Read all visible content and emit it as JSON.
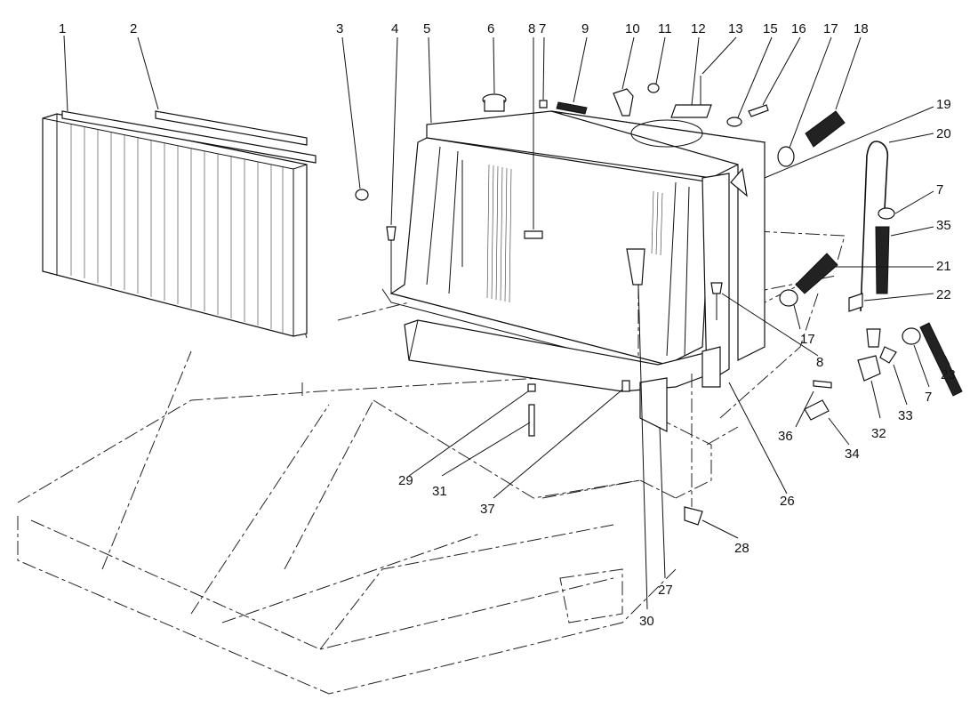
{
  "callouts": [
    "1",
    "2",
    "3",
    "4",
    "5",
    "6",
    "8",
    "7",
    "9",
    "10",
    "11",
    "12",
    "13",
    "15",
    "16",
    "17",
    "18",
    "19",
    "20",
    "7",
    "35",
    "21",
    "22",
    "17",
    "8",
    "23",
    "7",
    "33",
    "32",
    "34",
    "36",
    "26",
    "29",
    "31",
    "37",
    "28",
    "27",
    "30"
  ]
}
